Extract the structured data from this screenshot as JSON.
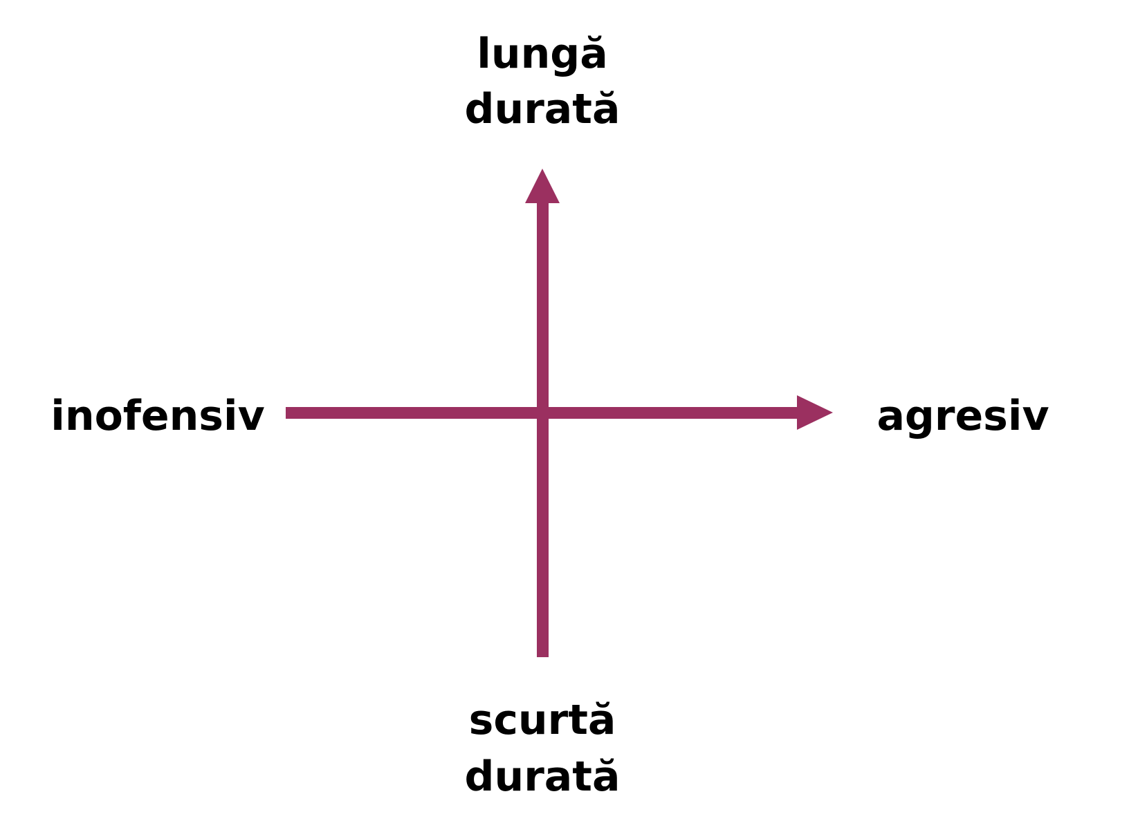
{
  "colors": {
    "axis": "#9b3060",
    "text": "#000000",
    "background": "#ffffff"
  },
  "labels": {
    "top_line1": "lungă",
    "top_line2": "durată",
    "bottom_line1": "scurtă",
    "bottom_line2": "durată",
    "left": "inofensiv",
    "right": "agresiv"
  }
}
